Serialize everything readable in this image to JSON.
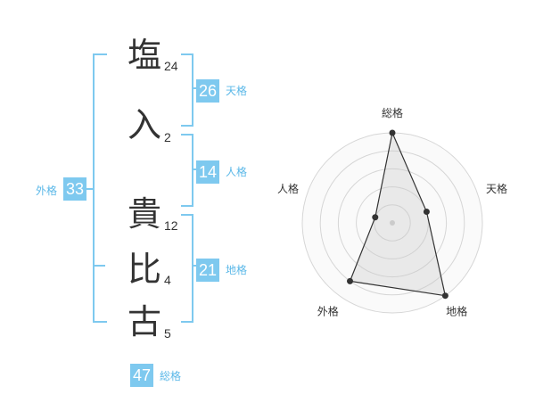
{
  "name": {
    "chars": [
      {
        "char": "塩",
        "strokes": "24"
      },
      {
        "char": "入",
        "strokes": "2"
      },
      {
        "char": "貴",
        "strokes": "12"
      },
      {
        "char": "比",
        "strokes": "4"
      },
      {
        "char": "古",
        "strokes": "5"
      }
    ]
  },
  "kakusu": {
    "tenkaku": {
      "value": "26",
      "label": "天格"
    },
    "jinkaku": {
      "value": "14",
      "label": "人格"
    },
    "chikaku": {
      "value": "21",
      "label": "地格"
    },
    "gaikaku": {
      "value": "33",
      "label": "外格"
    },
    "soukaku": {
      "value": "47",
      "label": "総格"
    }
  },
  "colors": {
    "accent": "#7ec9ef",
    "label_accent": "#5bb8e8",
    "text": "#333333"
  },
  "chart_data": {
    "type": "radar",
    "axes": [
      "総格",
      "天格",
      "地格",
      "外格",
      "人格"
    ],
    "values": [
      5,
      2,
      5,
      4,
      1
    ],
    "range": [
      0,
      5
    ],
    "rings": 5
  }
}
